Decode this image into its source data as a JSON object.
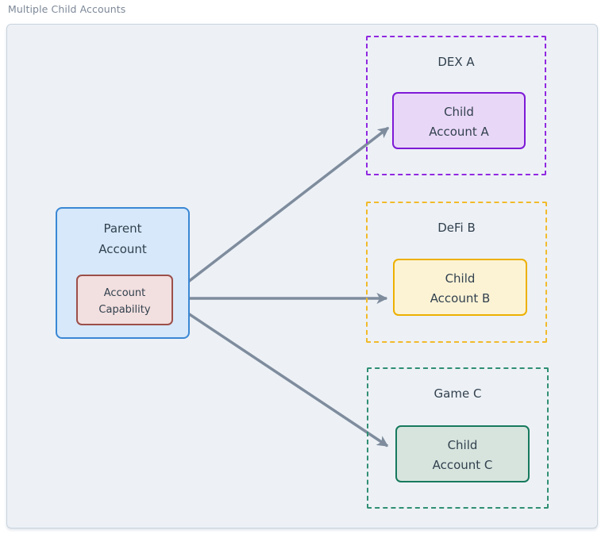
{
  "title": "Multiple Child Accounts",
  "colors": {
    "canvas_bg": "#edf1f6",
    "canvas_border": "#c9d3dd",
    "title_text": "#7d8897",
    "node_text": "#32414e",
    "edge": "#7e8c9d"
  },
  "parent": {
    "label": [
      "Parent",
      "Account"
    ],
    "fill": "#d6e8fa",
    "border": "#3a87d4",
    "capability": {
      "label": [
        "Account",
        "Capability"
      ],
      "fill": "#f2dfdf",
      "border": "#9c4f4a"
    }
  },
  "groups": [
    {
      "title": "DEX A",
      "dash_color": "#9129e0",
      "node": {
        "label": [
          "Child",
          "Account A"
        ],
        "fill": "#e9d7f8",
        "border": "#7d1ad6"
      }
    },
    {
      "title": "DeFi B",
      "dash_color": "#f2ba2a",
      "node": {
        "label": [
          "Child",
          "Account B"
        ],
        "fill": "#fcf3d5",
        "border": "#edb000"
      }
    },
    {
      "title": "Game C",
      "dash_color": "#2f8f72",
      "node": {
        "label": [
          "Child",
          "Account C"
        ],
        "fill": "#d7e4de",
        "border": "#17795d"
      }
    }
  ],
  "edges": [
    {
      "from": "Account Capability",
      "to": "Child Account A"
    },
    {
      "from": "Account Capability",
      "to": "Child Account B"
    },
    {
      "from": "Account Capability",
      "to": "Child Account C"
    }
  ]
}
